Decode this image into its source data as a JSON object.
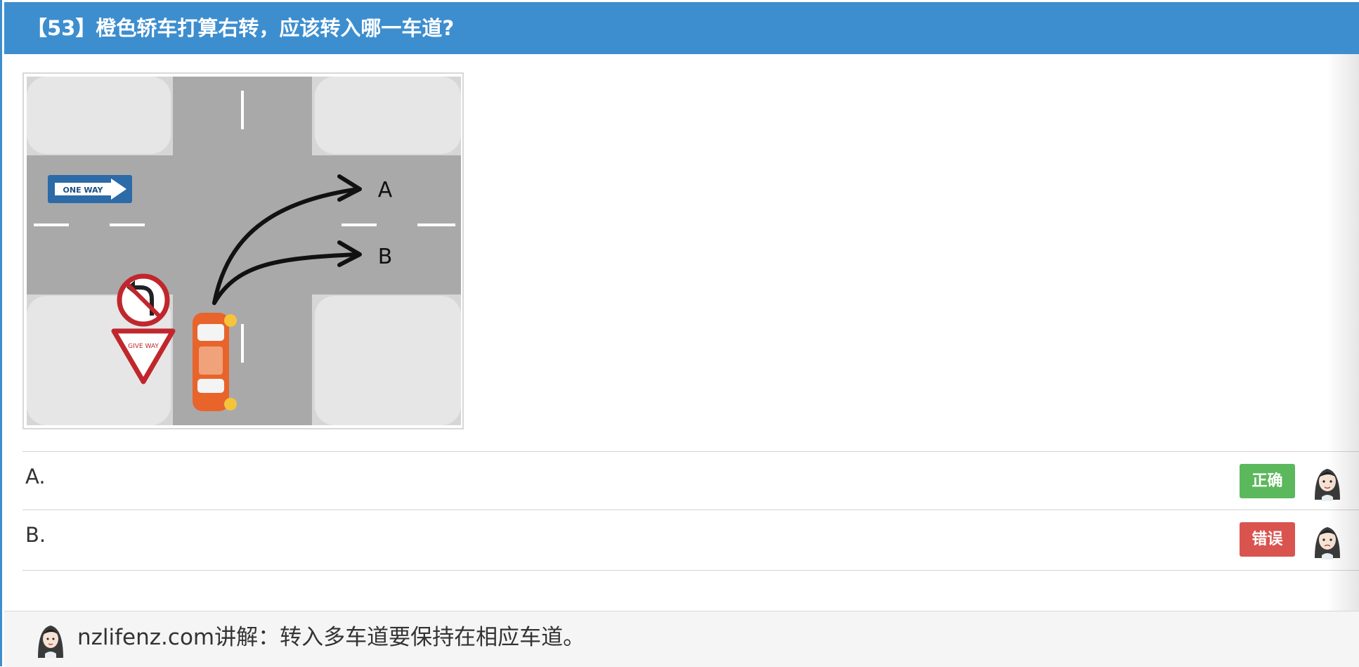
{
  "question": {
    "title": "【53】橙色轿车打算右转，应该转入哪一车道?"
  },
  "diagram": {
    "sign_one_way": "ONE WAY",
    "sign_give_way": "GIVE WAY",
    "lane_a": "A",
    "lane_b": "B"
  },
  "options": [
    {
      "label": "A.",
      "result": "正确",
      "result_color": "#5cb85c"
    },
    {
      "label": "B.",
      "result": "错误",
      "result_color": "#d9534f"
    }
  ],
  "explanation": {
    "text": "nzlifenz.com讲解：转入多车道要保持在相应车道。"
  },
  "icons": [
    "avatar-icon",
    "one-way-sign-icon",
    "no-left-turn-sign-icon",
    "give-way-sign-icon",
    "car-icon"
  ]
}
